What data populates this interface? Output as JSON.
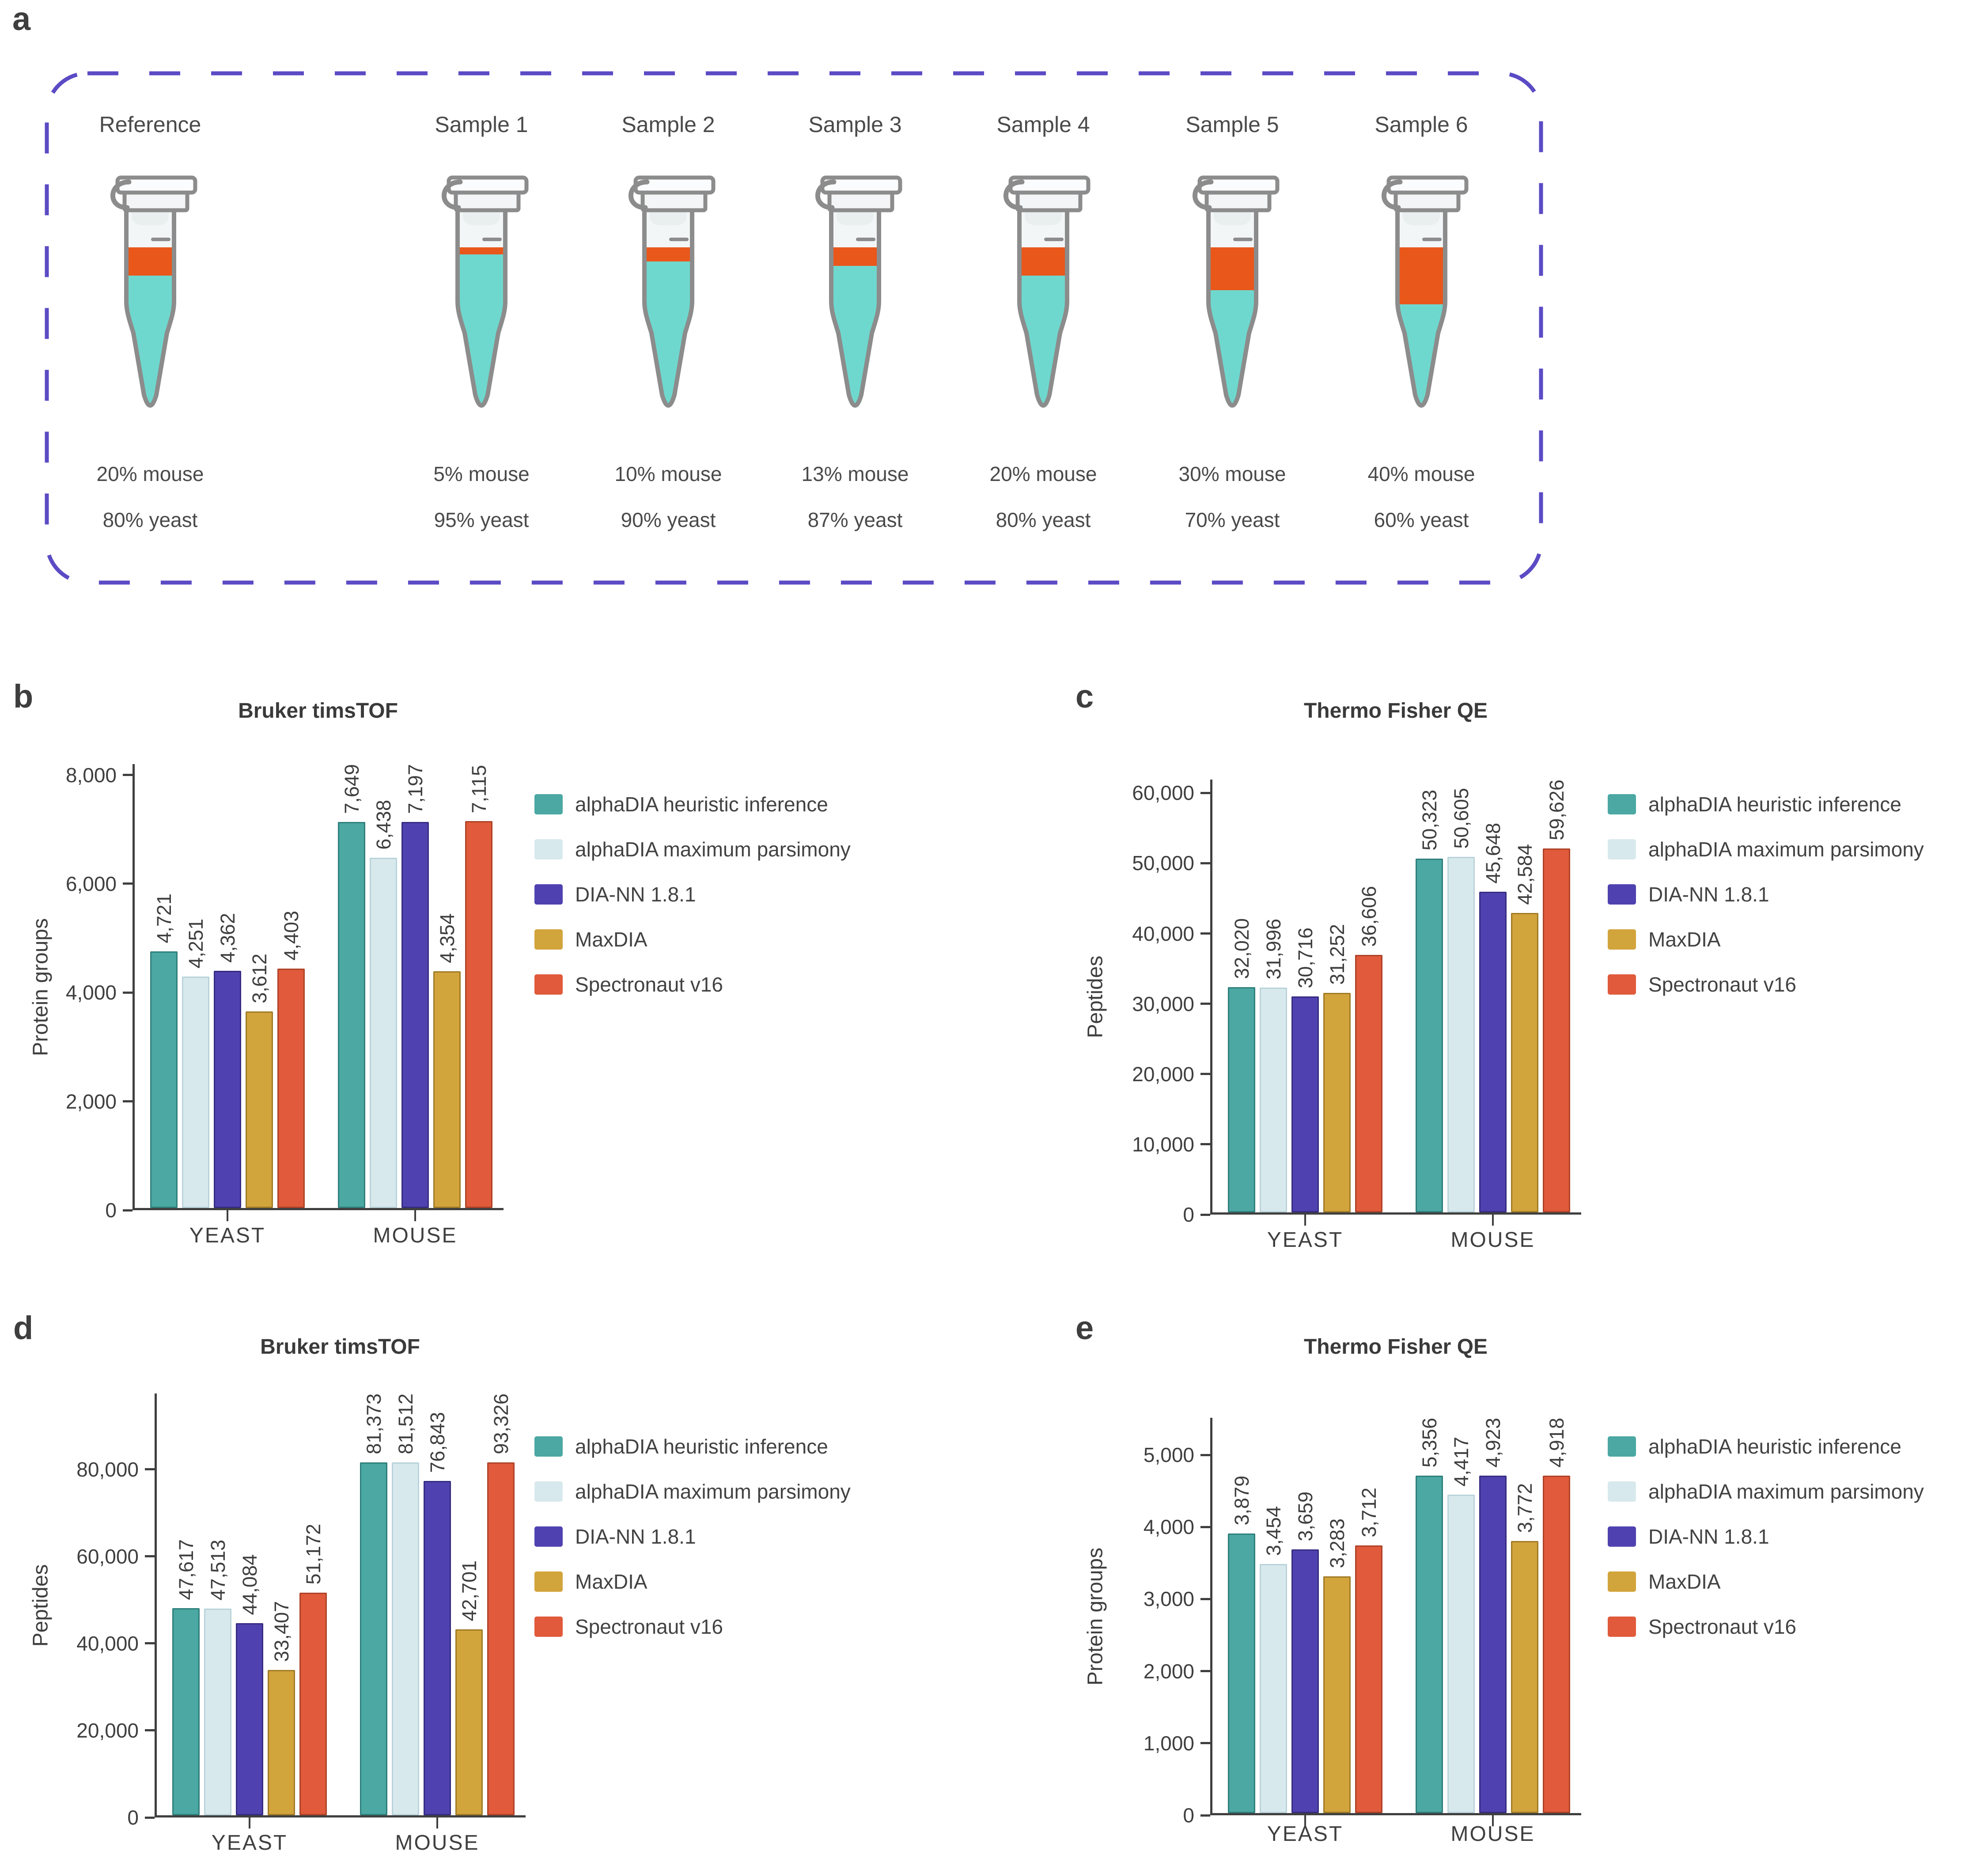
{
  "panel_a": {
    "label": "a",
    "box_color": "#5B4BC4",
    "tube_colors": {
      "outline": "#8C8C8C",
      "cap": "#FBFCFD",
      "collar": "#F3F5F6",
      "headspace": "#F3F6F7",
      "plug": "#E9EEEF",
      "mouse_band": "#E9571B",
      "yeast_fill": "#6FD8CE"
    },
    "columns": [
      {
        "name": "Reference",
        "mouse": "20% mouse",
        "yeast": "80% yeast",
        "mouse_frac": 0.2
      },
      {
        "name": "Sample 1",
        "mouse": "5% mouse",
        "yeast": "95% yeast",
        "mouse_frac": 0.05
      },
      {
        "name": "Sample 2",
        "mouse": "10% mouse",
        "yeast": "90% yeast",
        "mouse_frac": 0.1
      },
      {
        "name": "Sample 3",
        "mouse": "13% mouse",
        "yeast": "87% yeast",
        "mouse_frac": 0.13
      },
      {
        "name": "Sample 4",
        "mouse": "20% mouse",
        "yeast": "80% yeast",
        "mouse_frac": 0.2
      },
      {
        "name": "Sample 5",
        "mouse": "30% mouse",
        "yeast": "70% yeast",
        "mouse_frac": 0.3
      },
      {
        "name": "Sample 6",
        "mouse": "40% mouse",
        "yeast": "60% yeast",
        "mouse_frac": 0.4
      }
    ]
  },
  "legend_entries": [
    {
      "label": "alphaDIA heuristic inference",
      "color": "#4BA8A3",
      "edge": "#2F7F7B"
    },
    {
      "label": "alphaDIA maximum parsimony",
      "color": "#D8E9ED",
      "edge": "#B9D3DA"
    },
    {
      "label": "DIA-NN 1.8.1",
      "color": "#4F42B0",
      "edge": "#362C82"
    },
    {
      "label": "MaxDIA",
      "color": "#D2A43C",
      "edge": "#A07B25"
    },
    {
      "label": "Spectronaut v16",
      "color": "#E05A3B",
      "edge": "#AE4227"
    }
  ],
  "chart_data": [
    {
      "id": "b",
      "panel_label": "b",
      "type": "bar",
      "title": "Bruker timsTOF",
      "xlabel": "",
      "ylabel": "Protein groups",
      "categories": [
        "YEAST",
        "MOUSE"
      ],
      "ylim": [
        0,
        8200
      ],
      "yticks": [
        0,
        2000,
        4000,
        6000,
        8000
      ],
      "grid": false,
      "legend_position": "right",
      "series": [
        {
          "name": "alphaDIA heuristic inference",
          "values": [
            4721,
            7649
          ]
        },
        {
          "name": "alphaDIA maximum parsimony",
          "values": [
            4251,
            6438
          ]
        },
        {
          "name": "DIA-NN 1.8.1",
          "values": [
            4362,
            7197
          ]
        },
        {
          "name": "MaxDIA",
          "values": [
            3612,
            4354
          ]
        },
        {
          "name": "Spectronaut v16",
          "values": [
            4403,
            7115
          ]
        }
      ]
    },
    {
      "id": "c",
      "panel_label": "c",
      "type": "bar",
      "title": "Thermo Fisher QE",
      "xlabel": "",
      "ylabel": "Peptides",
      "categories": [
        "YEAST",
        "MOUSE"
      ],
      "ylim": [
        0,
        61900
      ],
      "yticks": [
        0,
        10000,
        20000,
        30000,
        40000,
        50000,
        60000
      ],
      "grid": false,
      "legend_position": "right",
      "series": [
        {
          "name": "alphaDIA heuristic inference",
          "values": [
            32020,
            50323
          ]
        },
        {
          "name": "alphaDIA maximum parsimony",
          "values": [
            31996,
            50605
          ]
        },
        {
          "name": "DIA-NN 1.8.1",
          "values": [
            30716,
            45648
          ]
        },
        {
          "name": "MaxDIA",
          "values": [
            31252,
            42584
          ]
        },
        {
          "name": "Spectronaut v16",
          "values": [
            36606,
            59626
          ]
        }
      ]
    },
    {
      "id": "d",
      "panel_label": "d",
      "type": "bar",
      "title": "Bruker timsTOF",
      "xlabel": "",
      "ylabel": "Peptides",
      "categories": [
        "YEAST",
        "MOUSE"
      ],
      "ylim": [
        0,
        97400
      ],
      "yticks": [
        0,
        20000,
        40000,
        60000,
        80000
      ],
      "grid": false,
      "legend_position": "right",
      "series": [
        {
          "name": "alphaDIA heuristic inference",
          "values": [
            47617,
            81373
          ]
        },
        {
          "name": "alphaDIA maximum parsimony",
          "values": [
            47513,
            81512
          ]
        },
        {
          "name": "DIA-NN 1.8.1",
          "values": [
            44084,
            76843
          ]
        },
        {
          "name": "MaxDIA",
          "values": [
            33407,
            42701
          ]
        },
        {
          "name": "Spectronaut v16",
          "values": [
            51172,
            93326
          ]
        }
      ]
    },
    {
      "id": "e",
      "panel_label": "e",
      "type": "bar",
      "title": "Thermo Fisher QE",
      "xlabel": "",
      "ylabel": "Protein groups",
      "categories": [
        "YEAST",
        "MOUSE"
      ],
      "ylim": [
        0,
        5515
      ],
      "yticks": [
        0,
        1000,
        2000,
        3000,
        4000,
        5000
      ],
      "grid": false,
      "legend_position": "right",
      "series": [
        {
          "name": "alphaDIA heuristic inference",
          "values": [
            3879,
            5356
          ]
        },
        {
          "name": "alphaDIA maximum parsimony",
          "values": [
            3454,
            4417
          ]
        },
        {
          "name": "DIA-NN 1.8.1",
          "values": [
            3659,
            4923
          ]
        },
        {
          "name": "MaxDIA",
          "values": [
            3283,
            3772
          ]
        },
        {
          "name": "Spectronaut v16",
          "values": [
            3712,
            4918
          ]
        }
      ]
    }
  ]
}
